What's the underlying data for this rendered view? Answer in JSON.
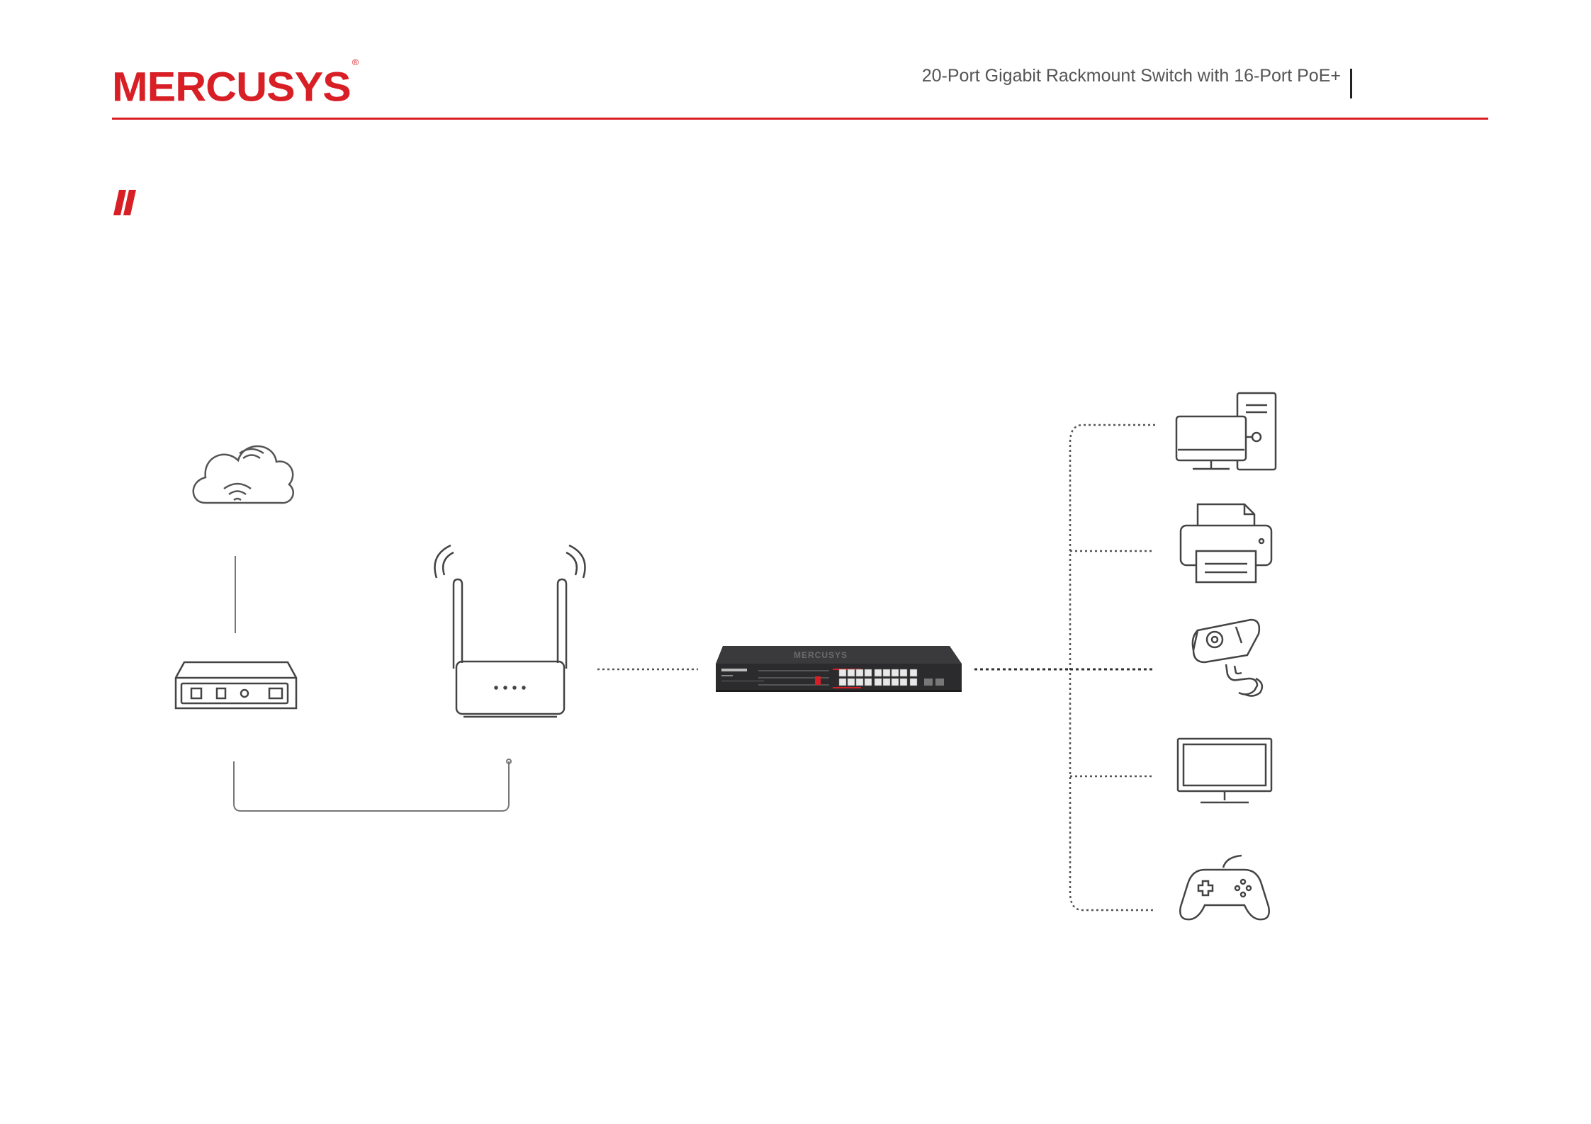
{
  "brand": {
    "logo_text": "MERCUSYS",
    "registered_mark": "®",
    "color": "#d91f26"
  },
  "header": {
    "product_title": "20-Port Gigabit Rackmount Switch with 16-Port PoE+"
  },
  "diagram": {
    "switch_logo": "MERCUSYS",
    "nodes": [
      "cloud-wifi-icon",
      "modem-icon",
      "router-icon",
      "poe-switch",
      "desktop-pc-icon",
      "printer-icon",
      "ip-camera-icon",
      "monitor-icon",
      "gamepad-icon"
    ]
  }
}
